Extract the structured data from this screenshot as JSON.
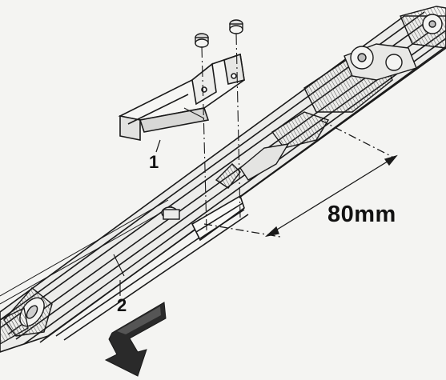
{
  "diagram": {
    "callouts": [
      {
        "id": "1",
        "text": "1"
      },
      {
        "id": "2",
        "text": "2"
      }
    ],
    "dimension": {
      "text": "80mm"
    },
    "colors": {
      "line": "#1a1a1a",
      "background": "#f4f4f2",
      "shade": "#bdbdbd",
      "arrow_fill": "#2a2a2a"
    },
    "icons": [
      "direction-arrow-icon",
      "nut-icon"
    ]
  }
}
